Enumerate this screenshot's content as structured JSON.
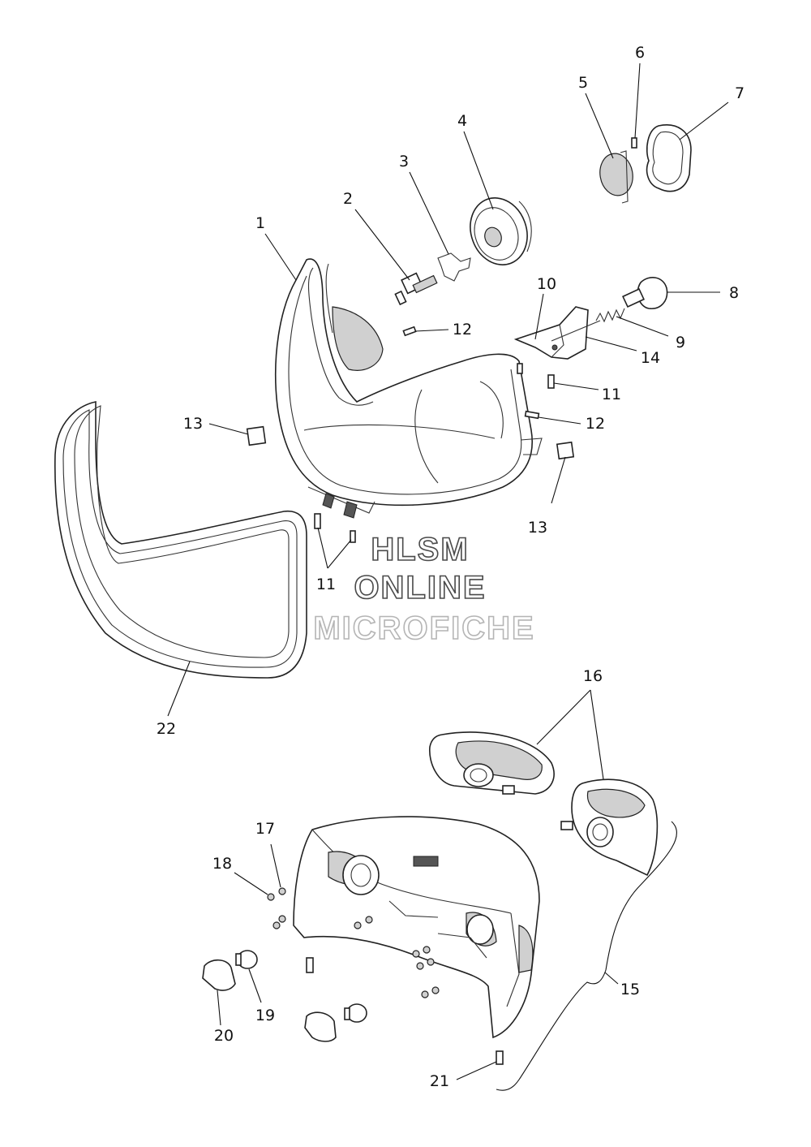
{
  "callouts": {
    "c1": "1",
    "c2": "2",
    "c3": "3",
    "c4": "4",
    "c5": "5",
    "c6": "6",
    "c7": "7",
    "c8": "8",
    "c9": "9",
    "c10": "10",
    "c11a": "11",
    "c11b": "11",
    "c12a": "12",
    "c12b": "12",
    "c13a": "13",
    "c13b": "13",
    "c14": "14",
    "c15": "15",
    "c16": "16",
    "c17": "17",
    "c18": "18",
    "c19": "19",
    "c20": "20",
    "c21": "21",
    "c22": "22"
  },
  "watermark": {
    "line1": "HLSM",
    "line2": "ONLINE",
    "line3": "MICROFICHE"
  }
}
